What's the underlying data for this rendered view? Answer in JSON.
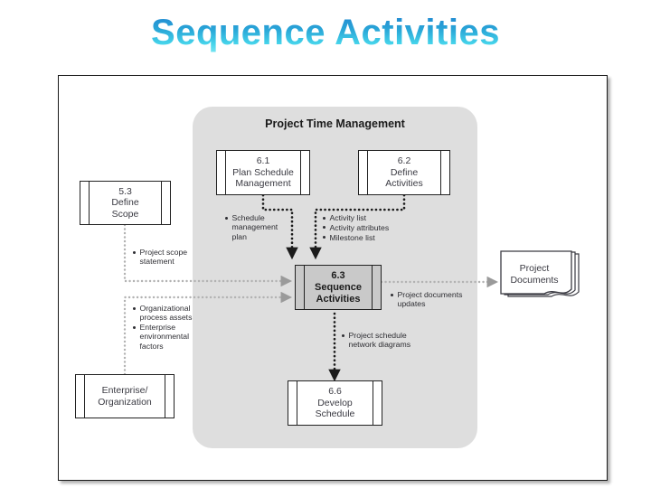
{
  "slide": {
    "title": "Sequence Activities"
  },
  "diagram": {
    "panel_title": "Project Time Management",
    "panel_color": "#dedede",
    "accent_title_start": "#1f7fd0",
    "accent_title_end": "#7ee8f3",
    "process_boxes": [
      {
        "id": "plan-schedule-management",
        "number": "6.1",
        "name": "Plan Schedule\nManagement",
        "filled": false
      },
      {
        "id": "define-activities",
        "number": "6.2",
        "name": "Define\nActivities",
        "filled": false
      },
      {
        "id": "sequence-activities",
        "number": "6.3",
        "name": "Sequence\nActivities",
        "filled": true
      },
      {
        "id": "develop-schedule",
        "number": "6.6",
        "name": "Develop\nSchedule",
        "filled": false
      },
      {
        "id": "define-scope",
        "number": "5.3",
        "name": "Define\nScope",
        "filled": false
      }
    ],
    "external_entity": {
      "id": "enterprise-organization",
      "name": "Enterprise/\nOrganization"
    },
    "document_store": {
      "id": "project-documents",
      "name": "Project\nDocuments"
    },
    "flows": [
      {
        "id": "schedule-management-plan",
        "from": "plan-schedule-management",
        "to": "sequence-activities",
        "items": [
          "Schedule\nmanagement\nplan"
        ]
      },
      {
        "id": "activity-outputs",
        "from": "define-activities",
        "to": "sequence-activities",
        "items": [
          "Activity list",
          "Activity attributes",
          "Milestone list"
        ]
      },
      {
        "id": "project-scope-statement",
        "from": "define-scope",
        "to": "sequence-activities",
        "items": [
          "Project scope\nstatement"
        ]
      },
      {
        "id": "organizational-inputs",
        "from": "enterprise-organization",
        "to": "sequence-activities",
        "items": [
          "Organizational\nprocess assets",
          "Enterprise\nenvironmental\nfactors"
        ]
      },
      {
        "id": "project-documents-updates",
        "from": "sequence-activities",
        "to": "project-documents",
        "items": [
          "Project documents\nupdates"
        ]
      },
      {
        "id": "project-schedule-network-diagrams",
        "from": "sequence-activities",
        "to": "develop-schedule",
        "items": [
          "Project schedule\nnetwork diagrams"
        ]
      }
    ]
  }
}
